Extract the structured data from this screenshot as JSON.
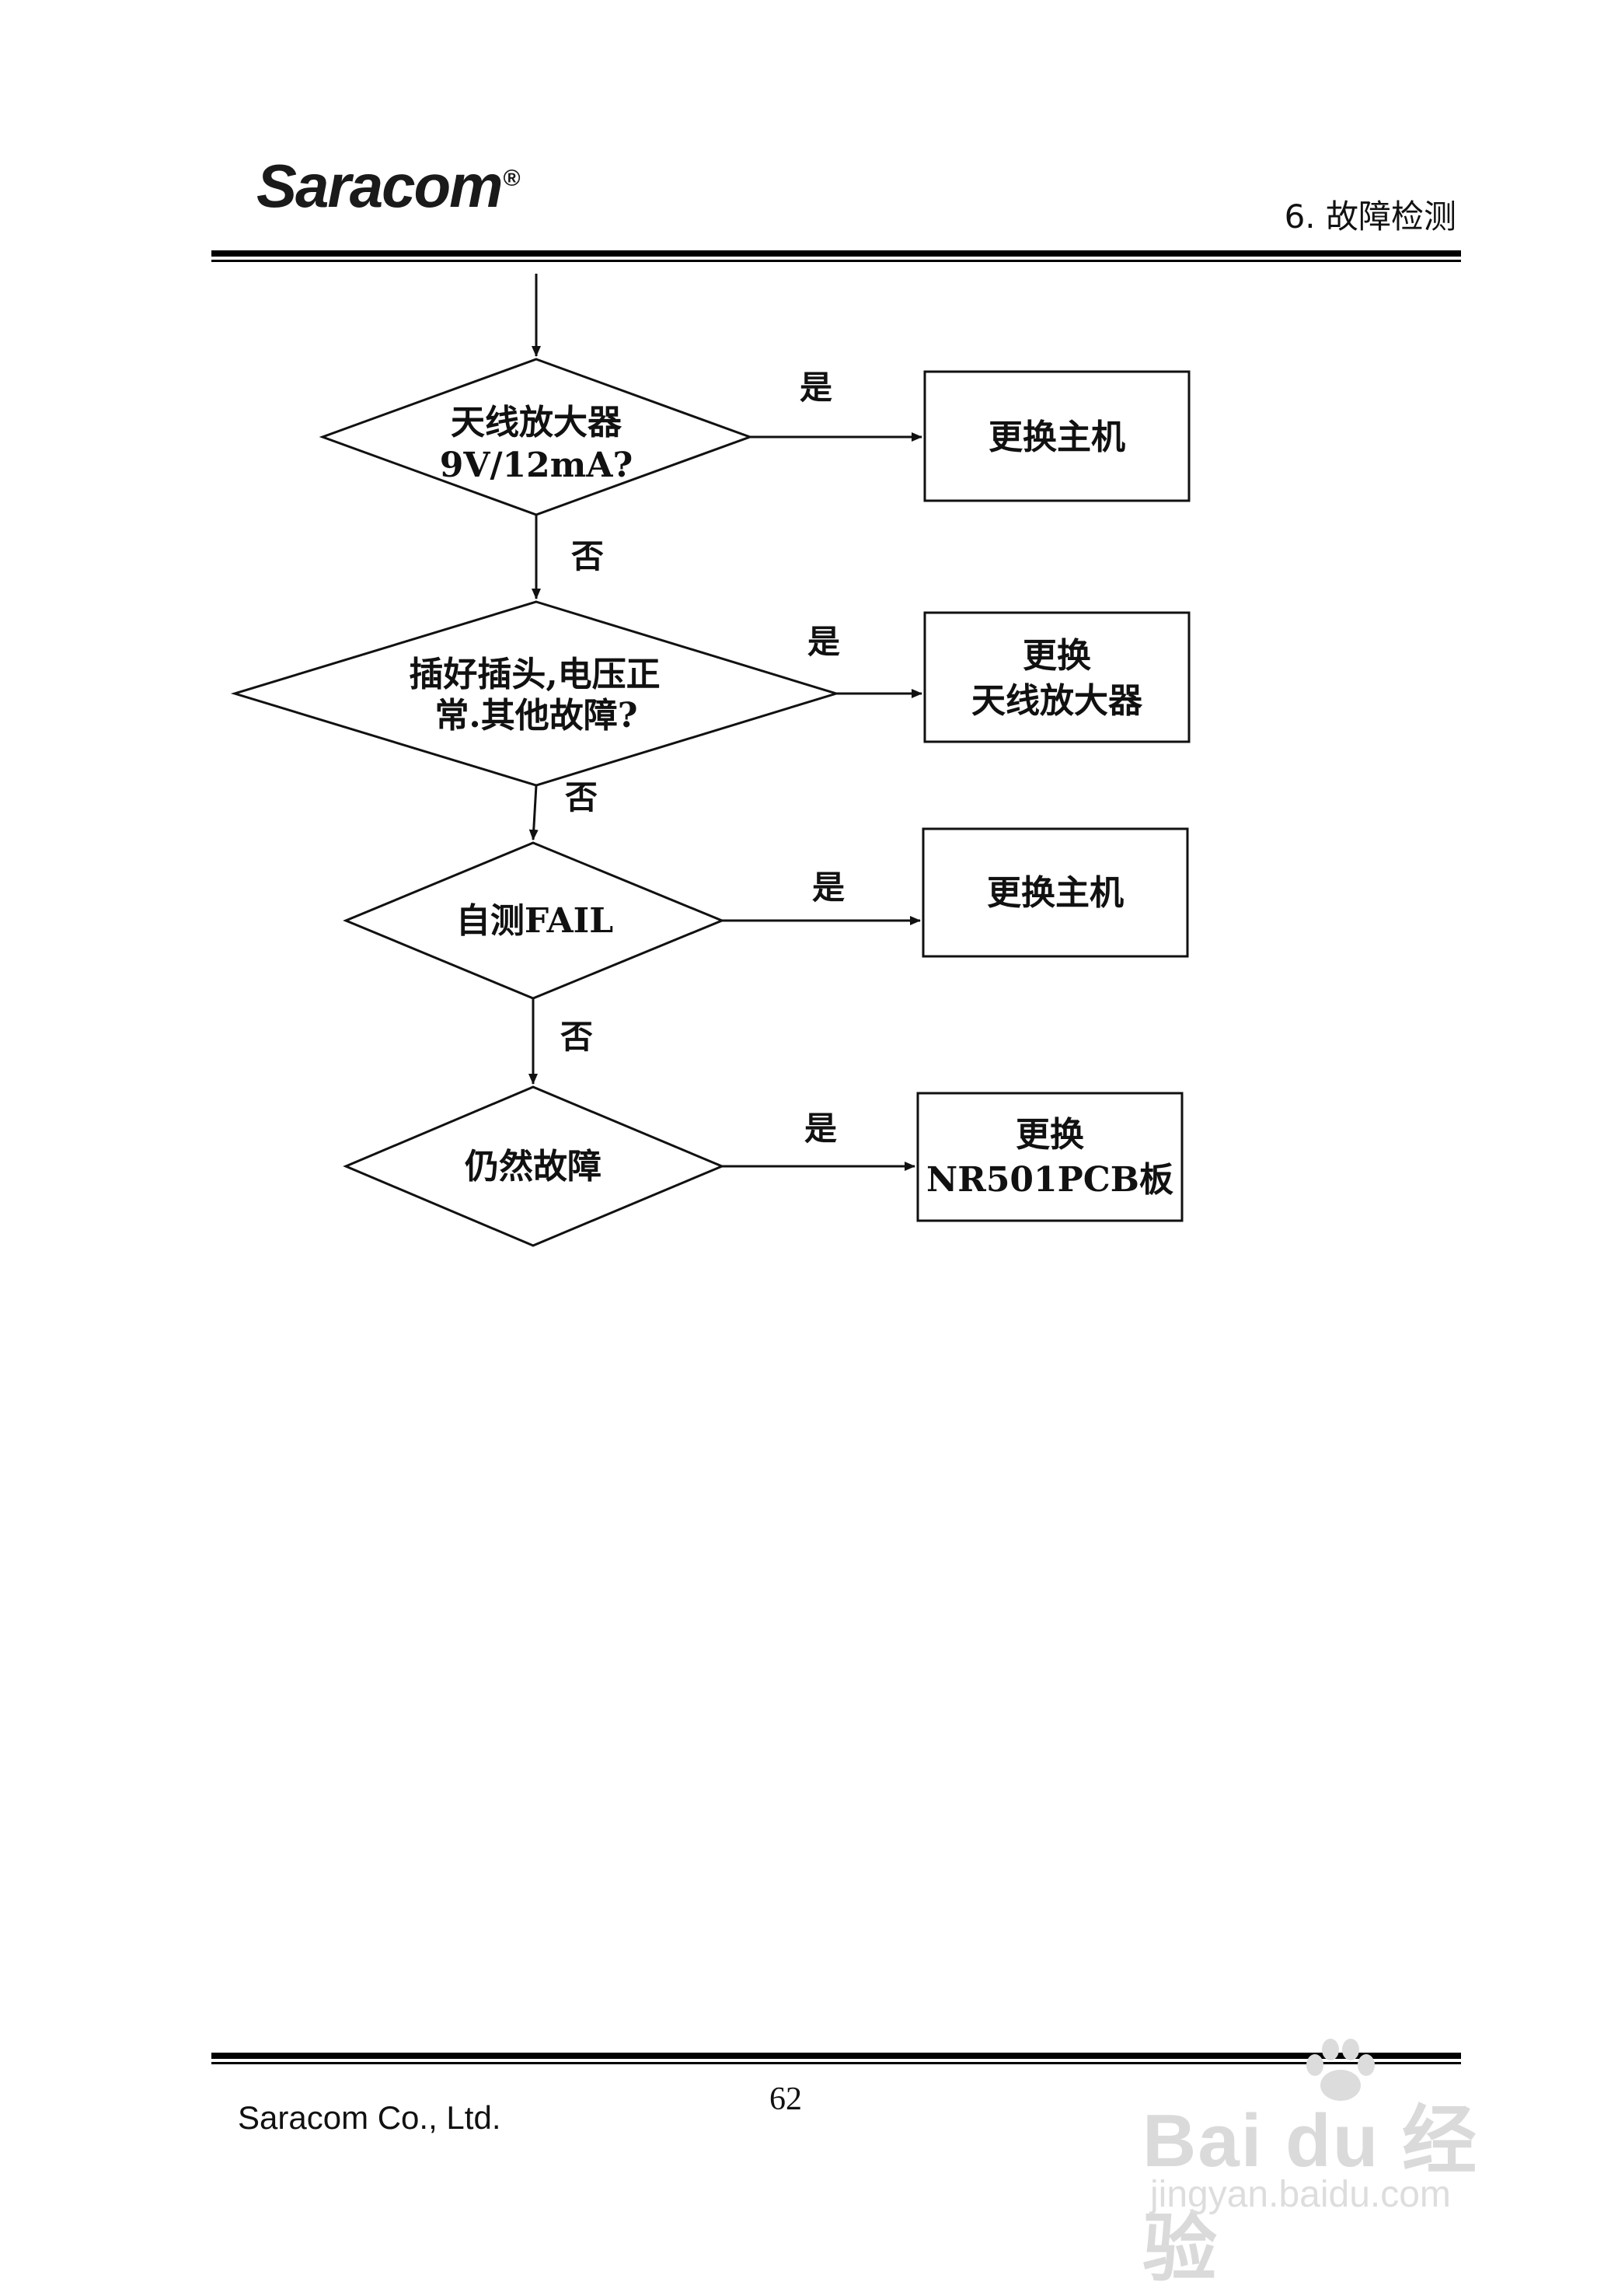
{
  "header": {
    "logo_text": "Saracom",
    "logo_mark": "®",
    "section_title": "6. 故障检测"
  },
  "flowchart": {
    "decisions": [
      {
        "line1": "天线放大器",
        "line2": "9V/12mA?"
      },
      {
        "line1": "插好插头,电压正",
        "line2": "常.其他故障?"
      },
      {
        "line1": "自测FAIL",
        "line2": ""
      },
      {
        "line1": "仍然故障",
        "line2": ""
      }
    ],
    "actions": [
      {
        "line1": "更换主机",
        "line2": ""
      },
      {
        "line1": "更换",
        "line2": "天线放大器"
      },
      {
        "line1": "更换主机",
        "line2": ""
      },
      {
        "line1": "更换",
        "line2": "NR501PCB板"
      }
    ],
    "yes_label": "是",
    "no_label": "否"
  },
  "footer": {
    "company": "Saracom Co., Ltd.",
    "page_number": "62"
  },
  "watermark": {
    "brand": "Bai du 经验",
    "site": "jingyan.baidu.com"
  }
}
